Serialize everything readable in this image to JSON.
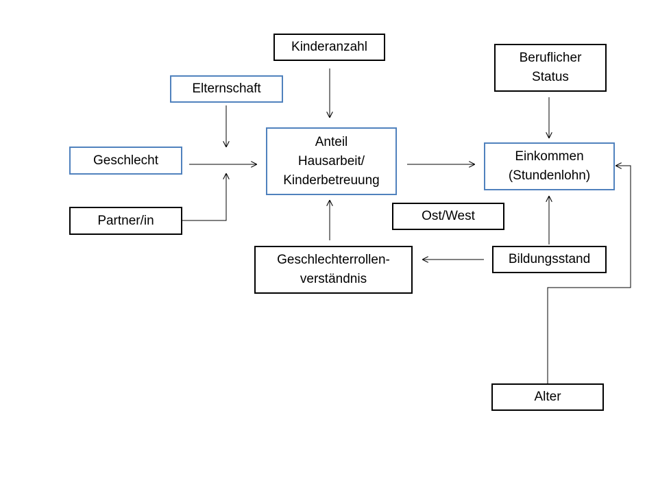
{
  "colors": {
    "blue_border": "#4f81bd",
    "black_border": "#000000",
    "line": "#000000"
  },
  "nodes": {
    "kinderanzahl": "Kinderanzahl",
    "elternschaft": "Elternschaft",
    "beruflicher_status": "Beruflicher\nStatus",
    "geschlecht": "Geschlecht",
    "anteil_hausarbeit": "Anteil\nHausarbeit/\nKinderbetreuung",
    "einkommen": "Einkommen\n(Stundenlohn)",
    "partner": "Partner/in",
    "ost_west": "Ost/West",
    "geschlechterrollen": "Geschlechterrollen-\nverständnis",
    "bildungsstand": "Bildungsstand",
    "alter": "Alter"
  },
  "edges": [
    {
      "from": "kinderanzahl",
      "to": "anteil_hausarbeit"
    },
    {
      "from": "elternschaft",
      "to": "geschlecht_arrow"
    },
    {
      "from": "geschlecht",
      "to": "anteil_hausarbeit"
    },
    {
      "from": "partner",
      "to": "geschlecht_arrow"
    },
    {
      "from": "anteil_hausarbeit",
      "to": "einkommen"
    },
    {
      "from": "beruflicher_status",
      "to": "einkommen"
    },
    {
      "from": "bildungsstand",
      "to": "einkommen"
    },
    {
      "from": "bildungsstand",
      "to": "geschlechterrollen"
    },
    {
      "from": "geschlechterrollen",
      "to": "anteil_hausarbeit"
    },
    {
      "from": "alter",
      "to": "einkommen"
    }
  ]
}
